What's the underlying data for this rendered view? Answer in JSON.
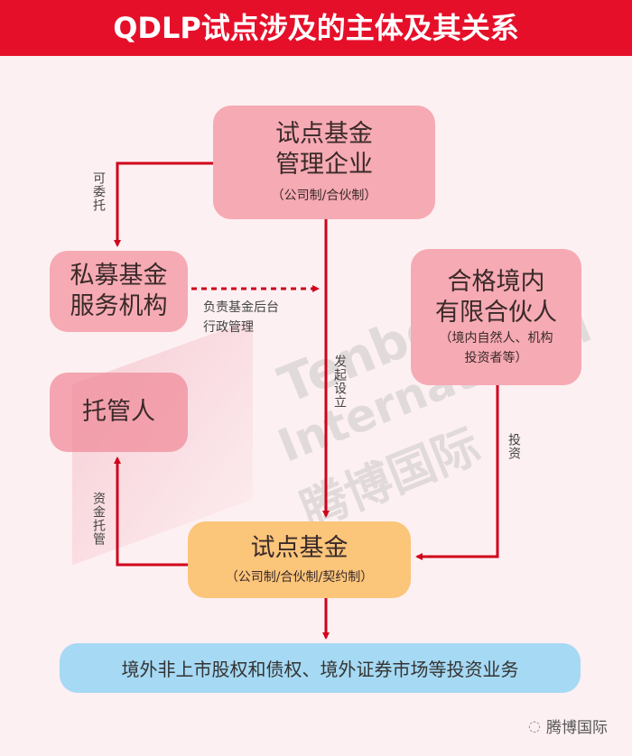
{
  "title": "QDLP试点涉及的主体及其关系",
  "nodes": {
    "manager": {
      "line1": "试点基金",
      "line2": "管理企业",
      "sub": "（公司制/合伙制）"
    },
    "service": {
      "line1": "私募基金",
      "line2": "服务机构"
    },
    "lp": {
      "line1": "合格境内",
      "line2": "有限合伙人",
      "sub1": "（境内自然人、机构",
      "sub2": "投资者等）"
    },
    "custodian": {
      "label": "托管人"
    },
    "fund": {
      "label": "试点基金",
      "sub": "（公司制/合伙制/契约制）"
    },
    "business": {
      "label": "境外非上市股权和债权、境外证券市场等投资业务"
    }
  },
  "edges": {
    "delegate": "可委托",
    "admin1": "负责基金后台",
    "admin2": "行政管理",
    "establish": "发起设立",
    "invest": "投资",
    "custody": "资金托管"
  },
  "watermark": {
    "en1": "Tenbo",
    "en2": "International",
    "cn": "腾博国际"
  },
  "footer": {
    "brand": "腾博国际",
    "icon": "wechat-icon"
  },
  "colors": {
    "title": "#e60f2a",
    "pink": "#f6aab3",
    "fund": "#fbc57a",
    "business": "#a6d9f3",
    "arrow": "#d0021b"
  }
}
